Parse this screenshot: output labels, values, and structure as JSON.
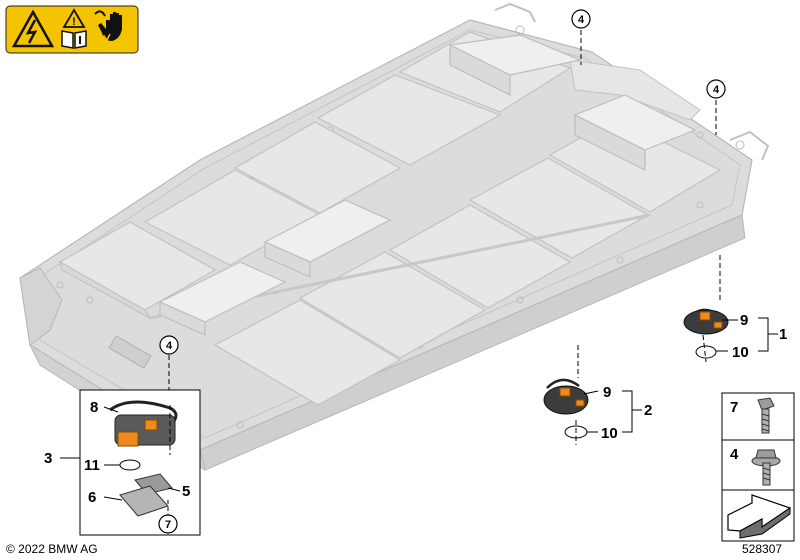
{
  "warning_panel": {
    "icons": [
      "high-voltage-warning-icon",
      "read-manual-icon",
      "no-touch-hand-icon"
    ],
    "color": "#f5c400"
  },
  "callouts": {
    "c1": "1",
    "c2": "2",
    "c3": "3",
    "c4": "4",
    "c5": "5",
    "c6": "6",
    "c7": "7",
    "c8": "8",
    "c9": "9",
    "c10": "10",
    "c11": "11"
  },
  "circled": {
    "top_a": "4",
    "top_b": "4",
    "left": "4",
    "bottom": "7"
  },
  "parts_panel": {
    "row1": "7",
    "row2": "4",
    "arrow_icon": "direction-arrow-icon"
  },
  "footer": {
    "copyright": "© 2022 BMW AG",
    "doc_number": "528307"
  },
  "colors": {
    "housing": "#d9d9d9",
    "module": "#e6e6e6",
    "line": "#bdbdbd",
    "orange": "#ef8a1f"
  }
}
